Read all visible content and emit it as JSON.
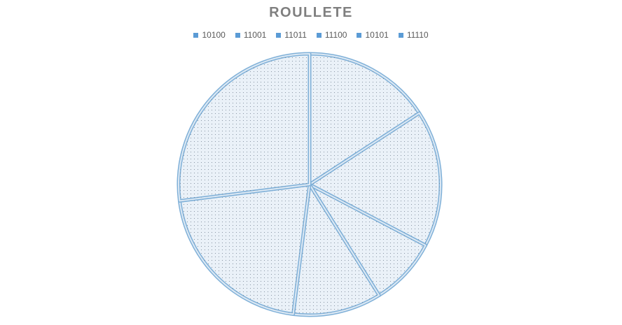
{
  "chart_data": {
    "type": "pie",
    "title": "ROULLETE",
    "legend_position": "top",
    "categories": [
      "10100",
      "11001",
      "11011",
      "11100",
      "10101",
      "11110"
    ],
    "values": [
      15.8,
      16.9,
      8.4,
      10.9,
      21.0,
      27.0
    ],
    "colors": {
      "fill": "#eaf1f8",
      "stroke": "#7fb0d8",
      "edge": "#dde9f4",
      "dots": "#6f7f8f",
      "legend_swatch": "#5b9bd5"
    }
  }
}
